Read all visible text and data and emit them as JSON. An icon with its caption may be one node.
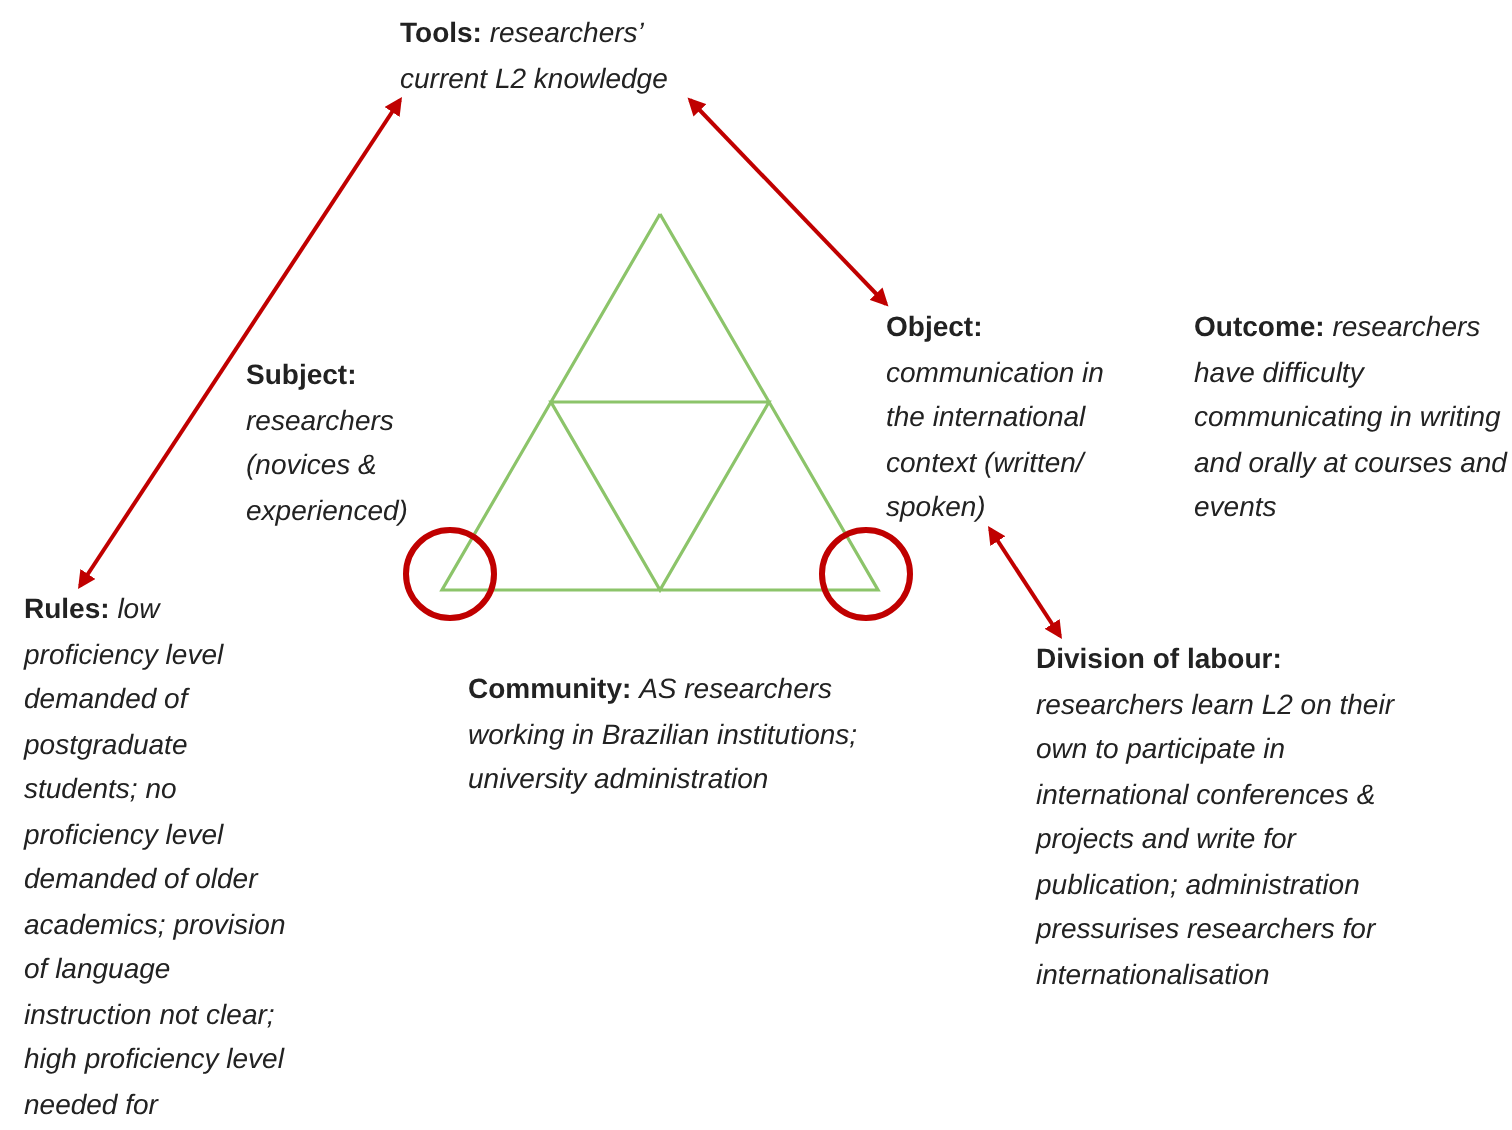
{
  "diagram": {
    "nodes": [
      {
        "text": [
          "Tools:",
          "researchers’ current L2 knowledge"
        ]
      },
      {
        "text": [
          "Subject:",
          "researchers (novices & experienced)"
        ]
      },
      {
        "text": [
          "Object:",
          "communication in the international context (written/ spoken)"
        ]
      },
      {
        "text": [
          "Outcome:",
          "researchers have difficulty communicating in writing and orally at courses and events"
        ]
      },
      {
        "text": [
          "Rules:",
          "low proficiency level demanded of postgraduate students; no proficiency level demanded of older academics; provision of language instruction not clear; high proficiency level needed for"
        ]
      },
      {
        "text": [
          "Community:",
          "AS researchers working in Brazilian institutions; university administration"
        ]
      },
      {
        "text": [
          "Division of labour:",
          "researchers learn L2 on their own to participate in international conferences & projects and write for publication; administration pressurises researchers for internationalisation"
        ]
      }
    ],
    "edges": [
      {
        "from": 4,
        "to": 0,
        "arrow": "both"
      },
      {
        "from": 0,
        "to": 2,
        "arrow": "both"
      },
      {
        "from": 2,
        "to": 6,
        "arrow": "both"
      }
    ]
  }
}
